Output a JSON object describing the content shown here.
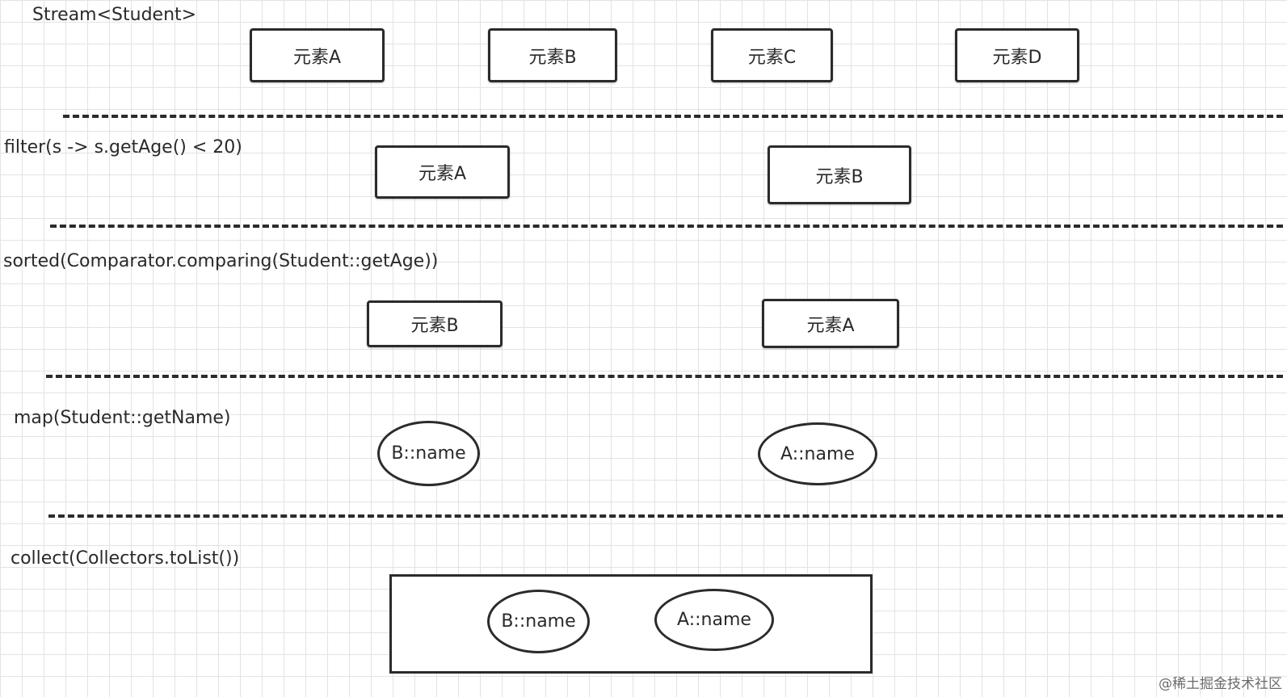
{
  "stages": [
    {
      "label": "Stream<Student>",
      "boxes": [
        "元素A",
        "元素B",
        "元素C",
        "元素D"
      ]
    },
    {
      "label": "filter(s -> s.getAge() < 20)",
      "boxes": [
        "元素A",
        "元素B"
      ]
    },
    {
      "label": "sorted(Comparator.comparing(Student::getAge))",
      "boxes": [
        "元素B",
        "元素A"
      ]
    },
    {
      "label": "map(Student::getName)",
      "ellipses": [
        "B::name",
        "A::name"
      ]
    },
    {
      "label": "collect(Collectors.toList())",
      "ellipses": [
        "B::name",
        "A::name"
      ]
    }
  ],
  "watermark": "@稀土掘金技术社区"
}
